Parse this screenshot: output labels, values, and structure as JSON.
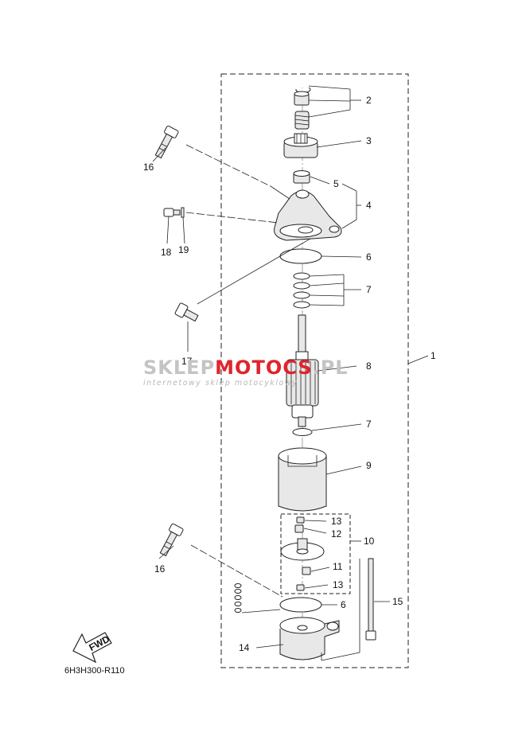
{
  "diagram": {
    "code": "6H3H300-R110",
    "fwd_label": "FWD",
    "callouts": {
      "c1": "1",
      "c2": "2",
      "c3": "3",
      "c4": "4",
      "c5": "5",
      "c6a": "6",
      "c6b": "6",
      "c7a": "7",
      "c7b": "7",
      "c8": "8",
      "c9": "9",
      "c10": "10",
      "c11": "11",
      "c12": "12",
      "c13a": "13",
      "c13b": "13",
      "c14": "14",
      "c15": "15",
      "c16a": "16",
      "c16b": "16",
      "c17": "17",
      "c18": "18",
      "c19": "19"
    }
  },
  "watermark": {
    "brand_a": "SKLEP",
    "brand_b": "MOTO",
    "brand_c": "CS",
    "brand_d": ".PL",
    "tagline": "internetowy sklep motocyklowy",
    "colors": {
      "gray": "#c4c4c4",
      "red": "#e0242c"
    }
  }
}
